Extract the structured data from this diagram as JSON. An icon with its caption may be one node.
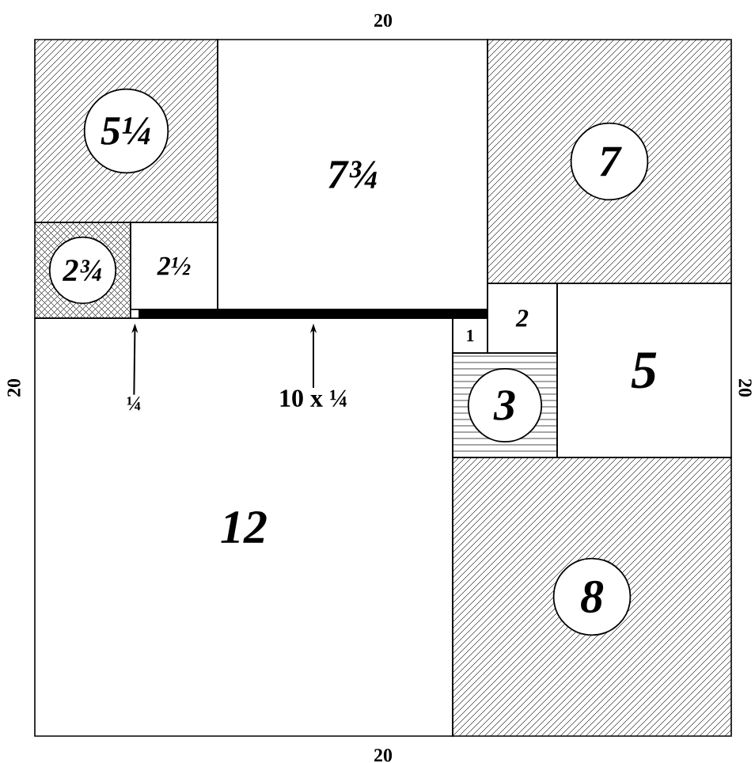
{
  "diagram": {
    "nodes": [
      {
        "text": [
          "5¼"
        ]
      },
      {
        "text": [
          "2¾"
        ]
      },
      {
        "text": [
          "2½"
        ]
      },
      {
        "text": [
          "7¾"
        ]
      },
      {
        "text": [
          "7"
        ]
      },
      {
        "text": [
          "2"
        ]
      },
      {
        "text": [
          "1"
        ]
      },
      {
        "text": [
          "5"
        ]
      },
      {
        "text": [
          "3"
        ]
      },
      {
        "text": [
          "8"
        ]
      },
      {
        "text": [
          "12"
        ]
      },
      {
        "text": [],
        "shape": "box"
      },
      {
        "text": [],
        "shape": "bar"
      },
      {
        "text": [
          "¼"
        ],
        "in": 10
      },
      {
        "text": [
          "10 x ¼"
        ],
        "in": 10
      }
    ],
    "edges": [
      {
        "from": 13,
        "to": 11,
        "arrow": "to"
      },
      {
        "from": 14,
        "to": 12,
        "arrow": "to"
      }
    ],
    "labels": [
      "20",
      "20",
      "20",
      "20"
    ]
  }
}
